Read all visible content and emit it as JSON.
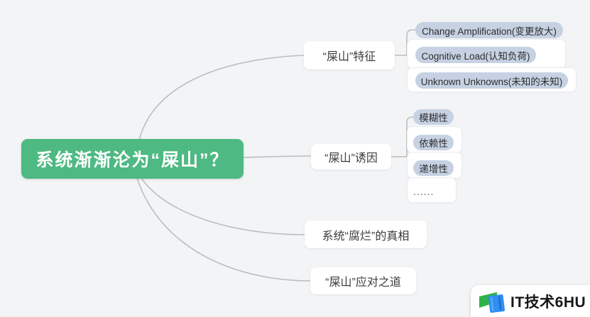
{
  "colors": {
    "canvas_bg": "#f3f4f6",
    "root_bg": "#4eb983",
    "root_text": "#ffffff",
    "subtopic_pill_bg": "#c6d2e3",
    "subtopic_text": "#2d2d2d",
    "branch_card_bg": "#ffffff",
    "connector": "#bdbdbd",
    "logo_green": "#2eb34b",
    "logo_blue": "#2f8ef2"
  },
  "mindmap": {
    "root": {
      "label": "系统渐渐沦为“屎山”？"
    },
    "branches": [
      {
        "label": "“屎山”特征",
        "children": [
          {
            "label": "Change Amplification(变更放大)"
          },
          {
            "label": "Cognitive Load(认知负荷)"
          },
          {
            "label": "Unknown Unknowns(未知的未知)"
          }
        ]
      },
      {
        "label": "“屎山”诱因",
        "children": [
          {
            "label": "模糊性"
          },
          {
            "label": "依赖性"
          },
          {
            "label": "递增性"
          },
          {
            "label": "......"
          }
        ]
      },
      {
        "label": "系统“腐烂”的真相",
        "children": []
      },
      {
        "label": "“屎山”应对之道",
        "children": []
      }
    ]
  },
  "watermark": {
    "label": "IT技术6HU",
    "icon": "book-icon"
  }
}
